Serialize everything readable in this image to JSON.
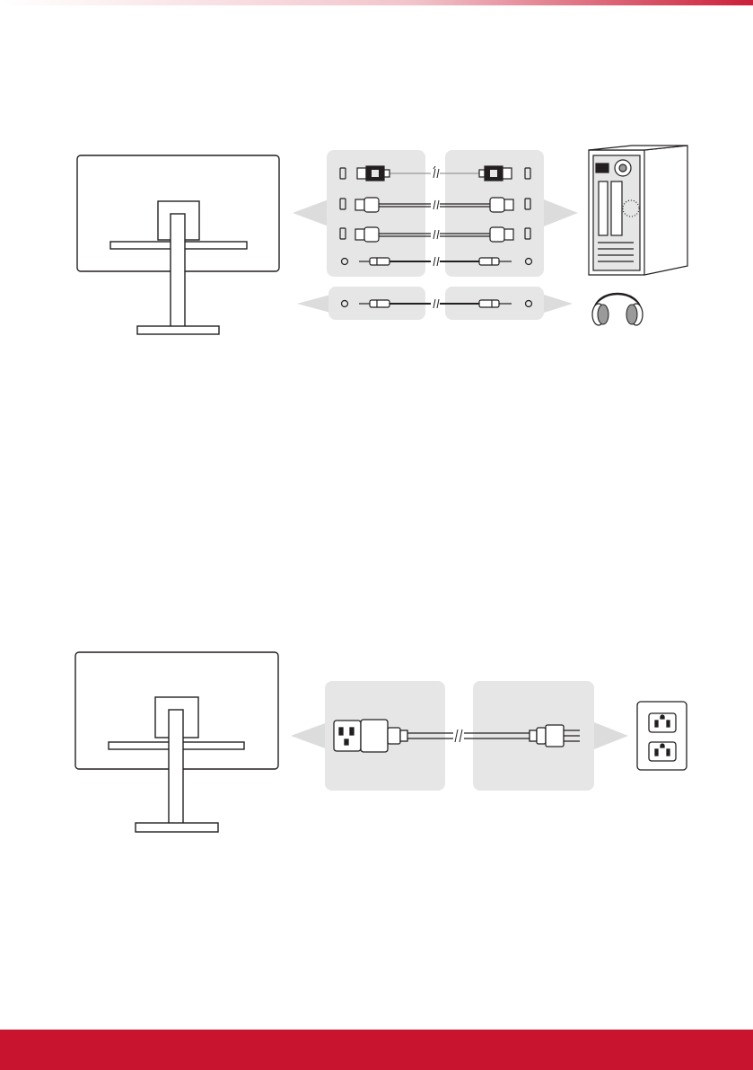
{
  "colors": {
    "accent": "#c8142f",
    "panel": "#e6e6e6",
    "arrow": "#dcdcdc",
    "line": "#231f20",
    "headphone": "#9a9a9a"
  },
  "signal_diagram": {
    "source_device": "monitor-rear",
    "target_device": "desktop-computer-tower",
    "audio_device": "headphones",
    "cables": [
      "displayport-cable",
      "hdmi-cable",
      "hdmi-cable",
      "audio-cable"
    ],
    "audio_out_cable": "audio-cable"
  },
  "power_diagram": {
    "source_device": "monitor-rear",
    "cable": "power-cord",
    "target_device": "wall-outlet"
  }
}
